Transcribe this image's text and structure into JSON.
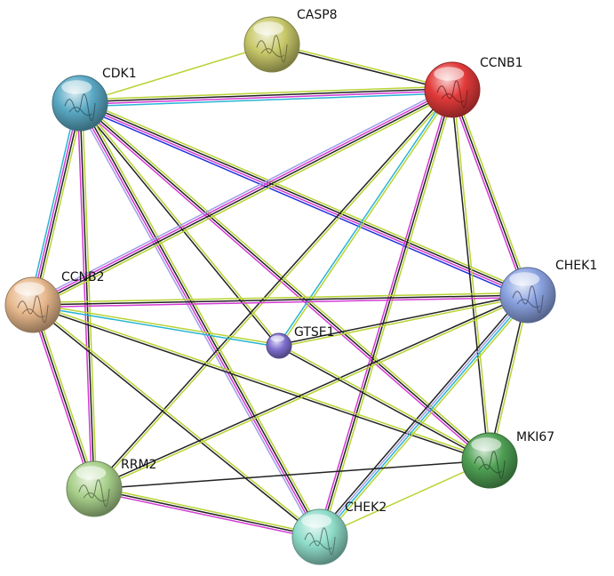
{
  "network": {
    "nodes": [
      {
        "id": "CASP8",
        "label": "CASP8",
        "color": "#c8c86a",
        "icon": "protein-structure-icon"
      },
      {
        "id": "CDK1",
        "label": "CDK1",
        "color": "#5aa9c4",
        "icon": "protein-structure-icon"
      },
      {
        "id": "CCNB1",
        "label": "CCNB1",
        "color": "#e23a3a",
        "icon": "protein-structure-icon"
      },
      {
        "id": "CCNB2",
        "label": "CCNB2",
        "color": "#e7b88c",
        "icon": "protein-structure-icon"
      },
      {
        "id": "CHEK1",
        "label": "CHEK1",
        "color": "#8aa2e0",
        "icon": "protein-structure-icon"
      },
      {
        "id": "GTSE1",
        "label": "GTSE1",
        "color": "#8070d0",
        "icon": "small-node-icon"
      },
      {
        "id": "MKI67",
        "label": "MKI67",
        "color": "#4fa054",
        "icon": "protein-structure-icon"
      },
      {
        "id": "RRM2",
        "label": "RRM2",
        "color": "#a8d08a",
        "icon": "protein-structure-icon"
      },
      {
        "id": "CHEK2",
        "label": "CHEK2",
        "color": "#8fdcc9",
        "icon": "protein-structure-icon"
      }
    ],
    "edge_colors": {
      "text_mining": "#b7d433",
      "coexpression": "#222222",
      "experiments": "#d43ad4",
      "databases": "#29b5d4",
      "homology": "#9f9fe8",
      "other": "#2233dd"
    },
    "edges": [
      {
        "a": "CDK1",
        "b": "CASP8",
        "types": [
          "text_mining"
        ]
      },
      {
        "a": "CASP8",
        "b": "CCNB1",
        "types": [
          "text_mining",
          "coexpression"
        ]
      },
      {
        "a": "CDK1",
        "b": "CCNB1",
        "types": [
          "text_mining",
          "coexpression",
          "experiments",
          "databases"
        ]
      },
      {
        "a": "CDK1",
        "b": "CCNB2",
        "types": [
          "text_mining",
          "coexpression",
          "experiments",
          "databases"
        ]
      },
      {
        "a": "CDK1",
        "b": "CHEK1",
        "types": [
          "text_mining",
          "coexpression",
          "experiments",
          "other"
        ]
      },
      {
        "a": "CDK1",
        "b": "GTSE1",
        "types": [
          "text_mining",
          "coexpression"
        ]
      },
      {
        "a": "CDK1",
        "b": "MKI67",
        "types": [
          "text_mining",
          "coexpression",
          "experiments"
        ]
      },
      {
        "a": "CDK1",
        "b": "RRM2",
        "types": [
          "text_mining",
          "coexpression",
          "experiments"
        ]
      },
      {
        "a": "CDK1",
        "b": "CHEK2",
        "types": [
          "text_mining",
          "coexpression",
          "experiments",
          "homology"
        ]
      },
      {
        "a": "CCNB1",
        "b": "CCNB2",
        "types": [
          "text_mining",
          "coexpression",
          "experiments",
          "homology"
        ]
      },
      {
        "a": "CCNB1",
        "b": "CHEK1",
        "types": [
          "text_mining",
          "coexpression",
          "experiments"
        ]
      },
      {
        "a": "CCNB1",
        "b": "GTSE1",
        "types": [
          "text_mining",
          "databases"
        ]
      },
      {
        "a": "CCNB1",
        "b": "MKI67",
        "types": [
          "text_mining",
          "coexpression"
        ]
      },
      {
        "a": "CCNB1",
        "b": "RRM2",
        "types": [
          "text_mining",
          "coexpression"
        ]
      },
      {
        "a": "CCNB1",
        "b": "CHEK2",
        "types": [
          "text_mining",
          "coexpression",
          "experiments"
        ]
      },
      {
        "a": "CCNB2",
        "b": "CHEK1",
        "types": [
          "text_mining",
          "coexpression",
          "experiments"
        ]
      },
      {
        "a": "CCNB2",
        "b": "GTSE1",
        "types": [
          "text_mining",
          "databases"
        ]
      },
      {
        "a": "CCNB2",
        "b": "MKI67",
        "types": [
          "text_mining",
          "coexpression"
        ]
      },
      {
        "a": "CCNB2",
        "b": "RRM2",
        "types": [
          "text_mining",
          "coexpression",
          "experiments"
        ]
      },
      {
        "a": "CCNB2",
        "b": "CHEK2",
        "types": [
          "text_mining",
          "coexpression"
        ]
      },
      {
        "a": "CHEK1",
        "b": "GTSE1",
        "types": [
          "text_mining",
          "coexpression"
        ]
      },
      {
        "a": "CHEK1",
        "b": "MKI67",
        "types": [
          "text_mining",
          "coexpression"
        ]
      },
      {
        "a": "CHEK1",
        "b": "RRM2",
        "types": [
          "text_mining",
          "coexpression"
        ]
      },
      {
        "a": "CHEK1",
        "b": "CHEK2",
        "types": [
          "text_mining",
          "databases",
          "homology",
          "coexpression"
        ]
      },
      {
        "a": "GTSE1",
        "b": "MKI67",
        "types": [
          "text_mining",
          "coexpression"
        ]
      },
      {
        "a": "MKI67",
        "b": "RRM2",
        "types": [
          "coexpression"
        ]
      },
      {
        "a": "MKI67",
        "b": "CHEK2",
        "types": [
          "text_mining"
        ]
      },
      {
        "a": "RRM2",
        "b": "CHEK2",
        "types": [
          "text_mining",
          "coexpression",
          "experiments"
        ]
      }
    ]
  }
}
